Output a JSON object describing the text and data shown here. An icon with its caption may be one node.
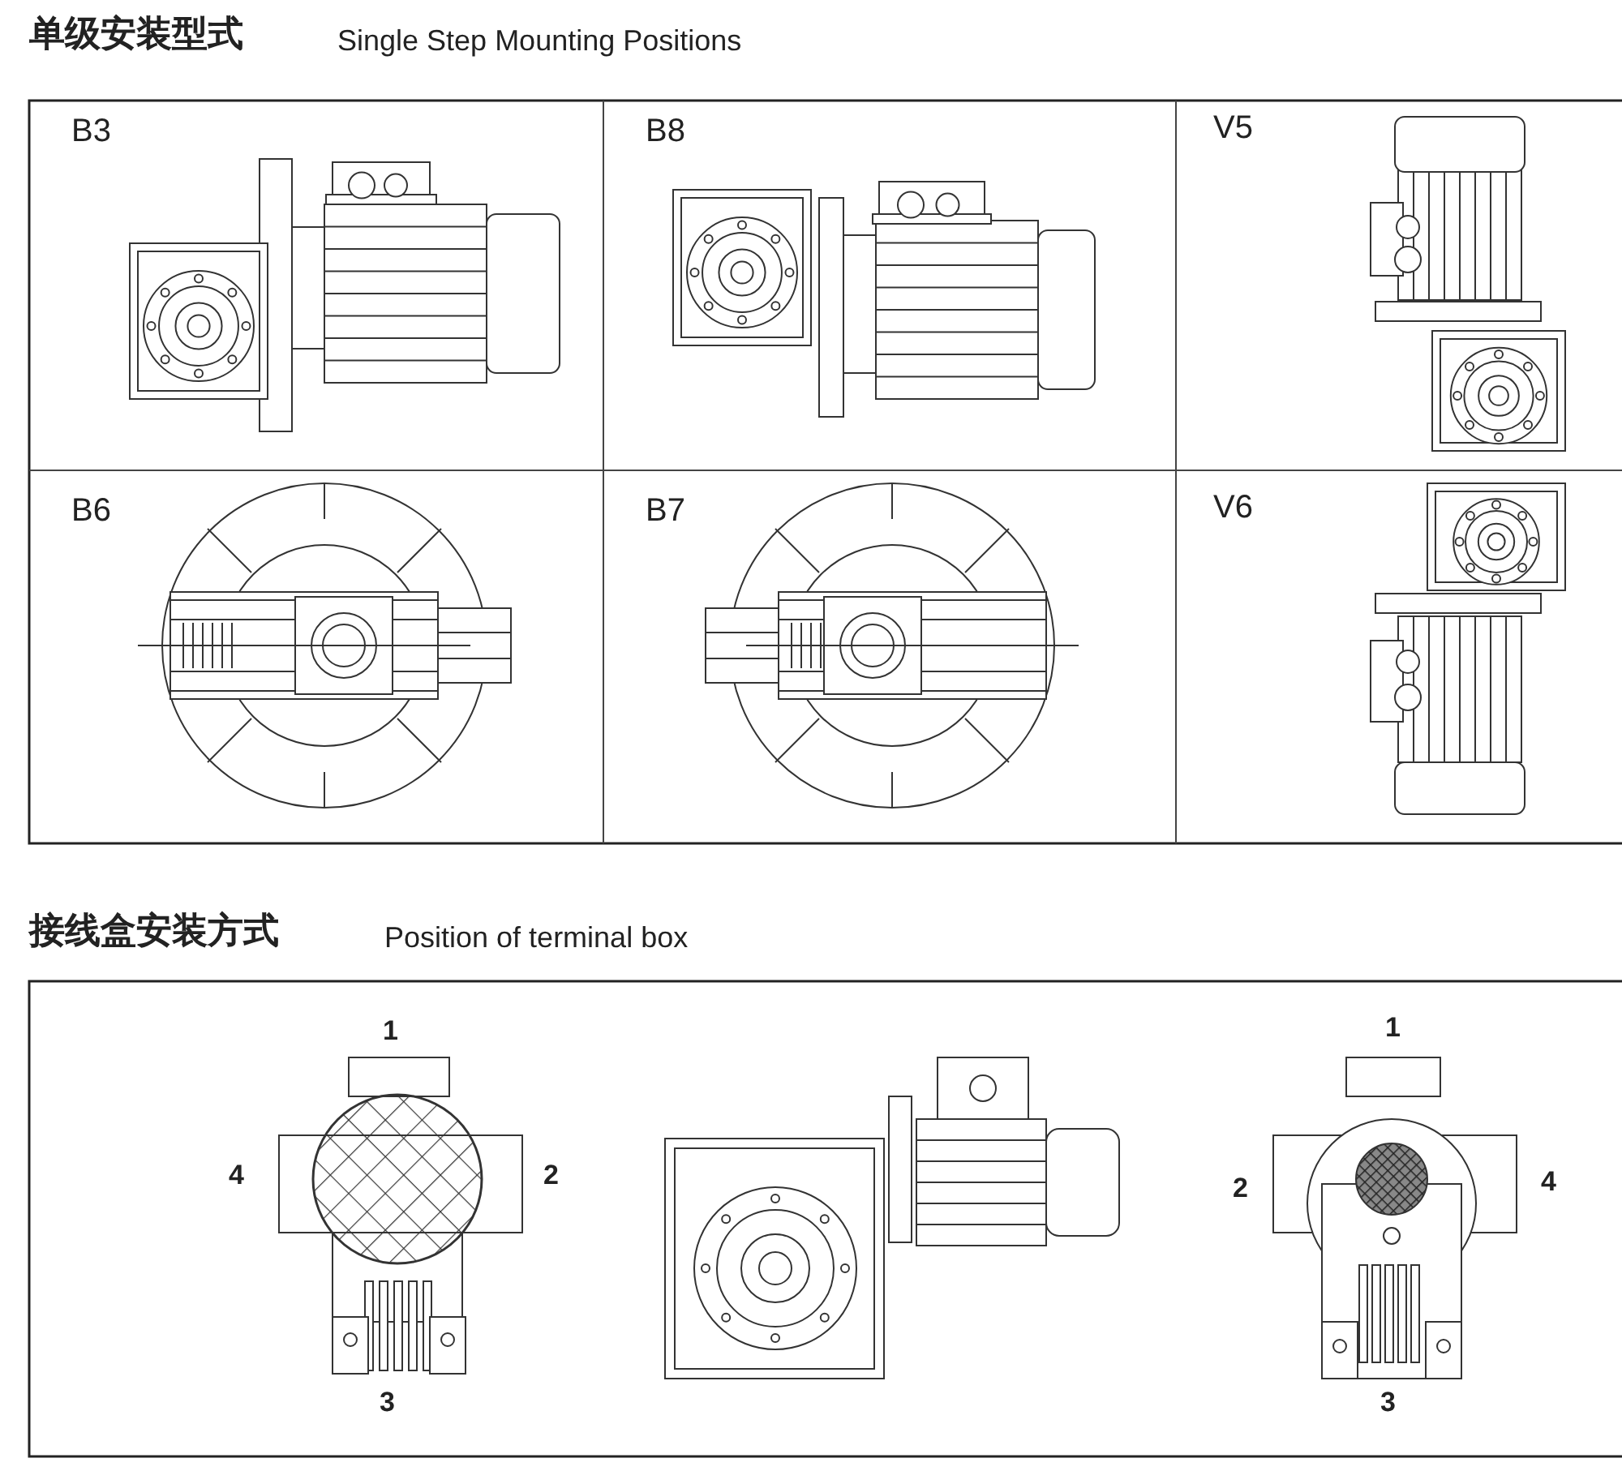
{
  "diagram": {
    "labels": [
      "单级安装型式",
      "Single Step Mounting Positions",
      "B3",
      "B8",
      "V5",
      "B6",
      "B7",
      "V6",
      "接线盒安装方式",
      "Position of terminal box",
      "1",
      "4",
      "2",
      "3",
      "1",
      "2",
      "4",
      "3"
    ]
  }
}
